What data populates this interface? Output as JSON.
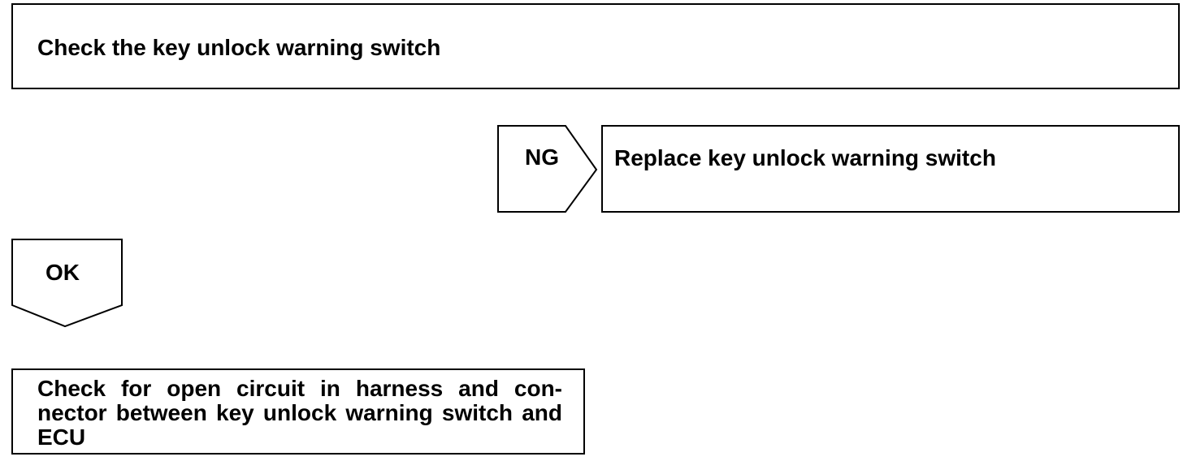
{
  "flowchart": {
    "step1": {
      "text": "Check the key unlock warning switch"
    },
    "ng_branch": {
      "label": "NG",
      "remedy": "Replace key unlock warning switch"
    },
    "ok_branch": {
      "label": "OK"
    },
    "step2": {
      "text": "Check for open circuit in harness and con- nector between key unlock warning switch and ECU"
    }
  },
  "colors": {
    "line": "#000000",
    "background": "#ffffff"
  }
}
